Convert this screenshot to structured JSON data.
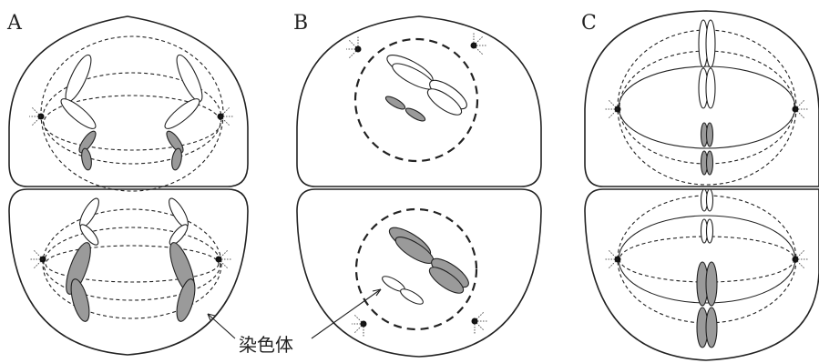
{
  "panels": [
    {
      "label": "A"
    },
    {
      "label": "B"
    },
    {
      "label": "C"
    }
  ],
  "callout": {
    "label": "染色体"
  },
  "colors": {
    "ink": "#222222",
    "chromosome_light": "#ffffff",
    "chromosome_dark": "#9a9a9a"
  }
}
